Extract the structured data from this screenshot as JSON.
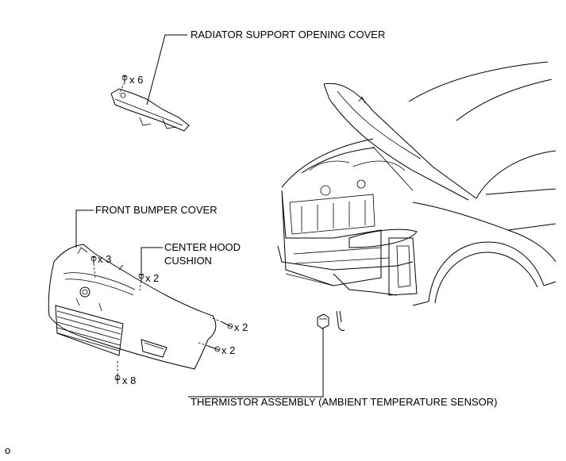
{
  "labels": {
    "radiator_support_opening_cover": "RADIATOR SUPPORT OPENING COVER",
    "front_bumper_cover": "FRONT BUMPER COVER",
    "center_hood_cushion_line1": "CENTER HOOD",
    "center_hood_cushion_line2": "CUSHION",
    "thermistor_assembly": "THERMISTOR ASSEMBLY (AMBIENT TEMPERATURE SENSOR)"
  },
  "quantities": {
    "radiator_clips": "x 6",
    "bumper_top_clips": "x 3",
    "cushion_clips": "x 2",
    "bumper_side_upper_bolts": "x 2",
    "bumper_side_lower_bolts": "x 2",
    "bumper_bottom_clips": "x 8"
  },
  "figure_code": "o"
}
